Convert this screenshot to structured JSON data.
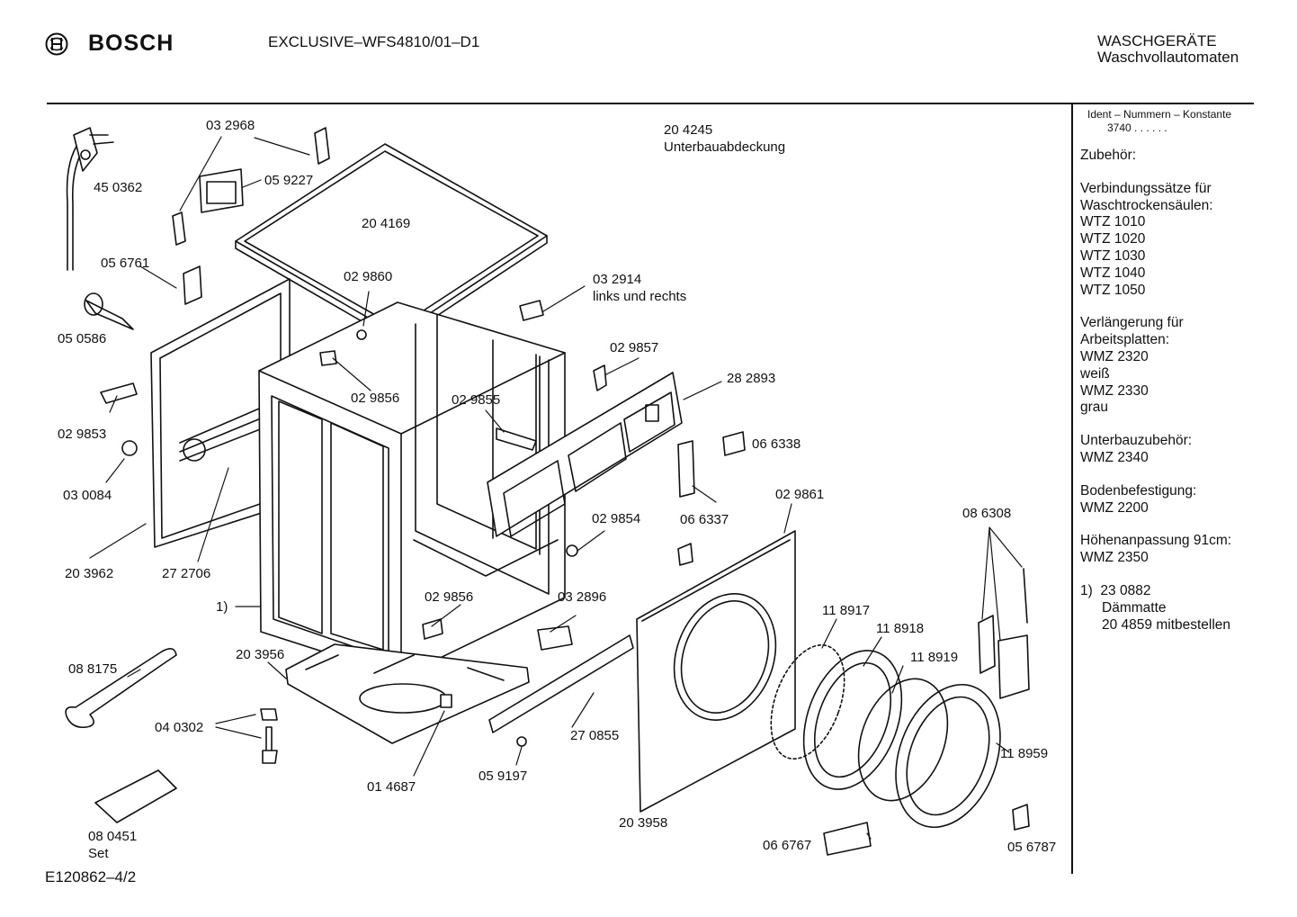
{
  "header": {
    "brand": "BOSCH",
    "model": "EXCLUSIVE–WFS4810/01–D1",
    "category_line1": "WASCHGERÄTE",
    "category_line2": "Waschvollautomaten"
  },
  "footer": {
    "code": "E120862–4/2"
  },
  "sidebar": {
    "ident_title": "Ident – Nummern – Konstante",
    "ident_value": "3740 . . . . . .",
    "accessories_heading": "Zubehör:",
    "group1_title1": "Verbindungssätze für",
    "group1_title2": "Waschtrockensäulen:",
    "group1_items": [
      "WTZ 1010",
      "WTZ 1020",
      "WTZ 1030",
      "WTZ 1040",
      "WTZ 1050"
    ],
    "group2_title1": "Verlängerung für",
    "group2_title2": "Arbeitsplatten:",
    "group2_item1": "WMZ 2320",
    "group2_item1_note": "weiß",
    "group2_item2": "WMZ 2330",
    "group2_item2_note": "grau",
    "group3_title": "Unterbauzubehör:",
    "group3_item": "WMZ 2340",
    "group4_title": "Bodenbefestigung:",
    "group4_item": "WMZ 2200",
    "group5_title": "Höhenanpassung  91cm:",
    "group5_item": "WMZ 2350",
    "footnote_mark": "1)",
    "footnote_line1": "23 0882",
    "footnote_line2": "Dämmatte",
    "footnote_line3": "20 4859 mitbestellen"
  },
  "part_labels": {
    "p032968": "03 2968",
    "p204245": "20 4245",
    "p204245_name": "Unterbauabdeckung",
    "p059227": "05 9227",
    "p450362": "45 0362",
    "p204169": "20 4169",
    "p056761": "05 6761",
    "p029860": "02 9860",
    "p032914": "03 2914",
    "p032914_note": "links und rechts",
    "p050586": "05 0586",
    "p029857": "02 9857",
    "p282893": "28 2893",
    "p029856a": "02 9856",
    "p029855": "02 9855",
    "p029853": "02 9853",
    "p066338": "06 6338",
    "p030084": "03 0084",
    "p066337": "06 6337",
    "p029861": "02 9861",
    "p029854": "02 9854",
    "p086308": "08 6308",
    "p203962": "20 3962",
    "p272706": "27 2706",
    "p029856b": "02 9856",
    "p032896": "03 2896",
    "p118917": "11 8917",
    "p118918": "11 8918",
    "p_fn1": "1)",
    "p203956": "20 3956",
    "p118919": "11 8919",
    "p088175": "08 8175",
    "p040302": "04 0302",
    "p270855": "27 0855",
    "p118959": "11 8959",
    "p014687": "01 4687",
    "p059197": "05 9197",
    "p203958": "20 3958",
    "p080451": "08  0451",
    "p080451_note": "Set",
    "p066767": "06 6767",
    "p056787": "05 6787"
  }
}
